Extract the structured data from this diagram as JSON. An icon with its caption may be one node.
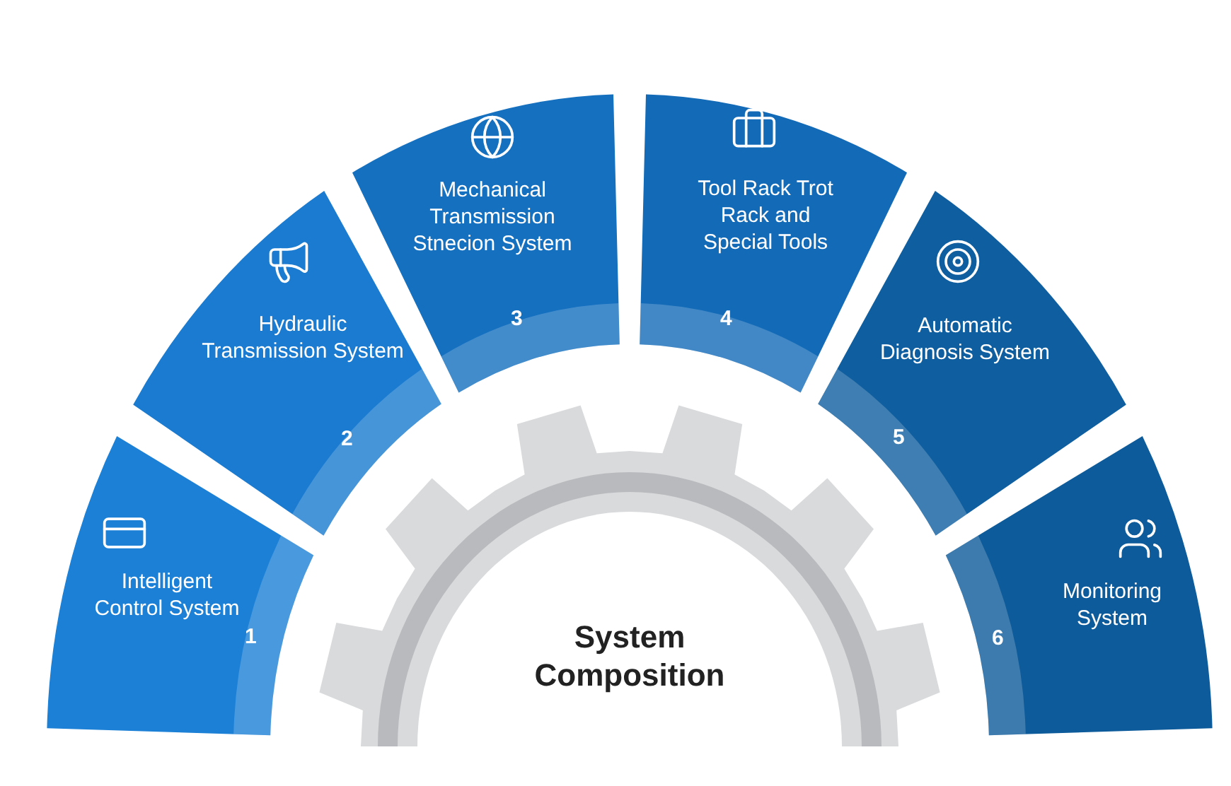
{
  "diagram": {
    "nodes": [
      {
        "text": [
          "Intelligent Control System",
          "1"
        ]
      },
      {
        "text": [
          "Hydraulic Transmission System",
          "2"
        ]
      },
      {
        "text": [
          "Mechanical Transmission Stnecion System",
          "3"
        ]
      },
      {
        "text": [
          "Tool Rack Trot Rack and Special Tools",
          "4"
        ]
      },
      {
        "text": [
          "Automatic Diagnosis System",
          "5"
        ]
      },
      {
        "text": [
          "Monitoring System",
          "6"
        ]
      },
      {
        "text": [
          "System Composition"
        ]
      }
    ]
  }
}
